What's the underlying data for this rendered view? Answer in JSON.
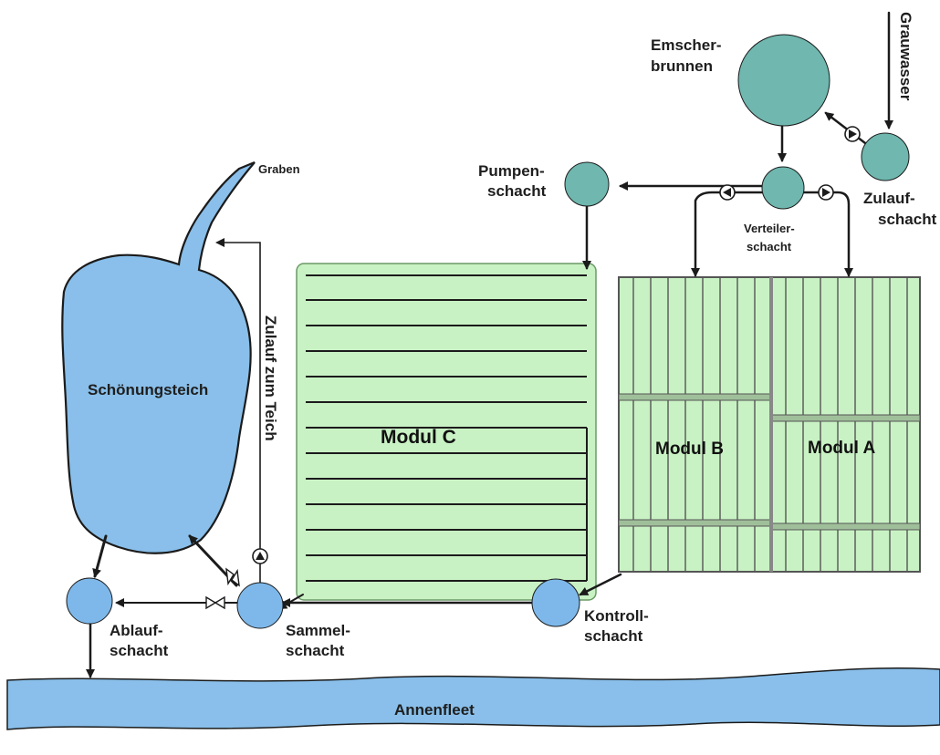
{
  "colors": {
    "water": "#89bfea",
    "wetland": "#c9f2c4",
    "shaft_teal": "#6fb7af",
    "shaft_blue": "#7eb8ea",
    "line": "#1b1b1b"
  },
  "labels": {
    "grauwasser": "Grauwasser",
    "emscherbrunnen_1": "Emscher-",
    "emscherbrunnen_2": "brunnen",
    "zulaufschacht_1": "Zulauf-",
    "zulaufschacht_2": "schacht",
    "verteilerschacht_1": "Verteiler-",
    "verteilerschacht_2": "schacht",
    "pumpenschacht_1": "Pumpen-",
    "pumpenschacht_2": "schacht",
    "graben": "Graben",
    "schoenungsteich": "Schönungsteich",
    "zulauf_teich": "Zulauf zum Teich",
    "modul_c": "Modul C",
    "modul_b": "Modul B",
    "modul_a": "Modul A",
    "kontrollschacht_1": "Kontroll-",
    "kontrollschacht_2": "schacht",
    "sammelschacht_1": "Sammel-",
    "sammelschacht_2": "schacht",
    "ablaufschacht_1": "Ablauf-",
    "ablaufschacht_2": "schacht",
    "annenfleet": "Annenfleet"
  },
  "icons": {
    "pump": "pump-symbol",
    "valve": "valve-symbol"
  }
}
